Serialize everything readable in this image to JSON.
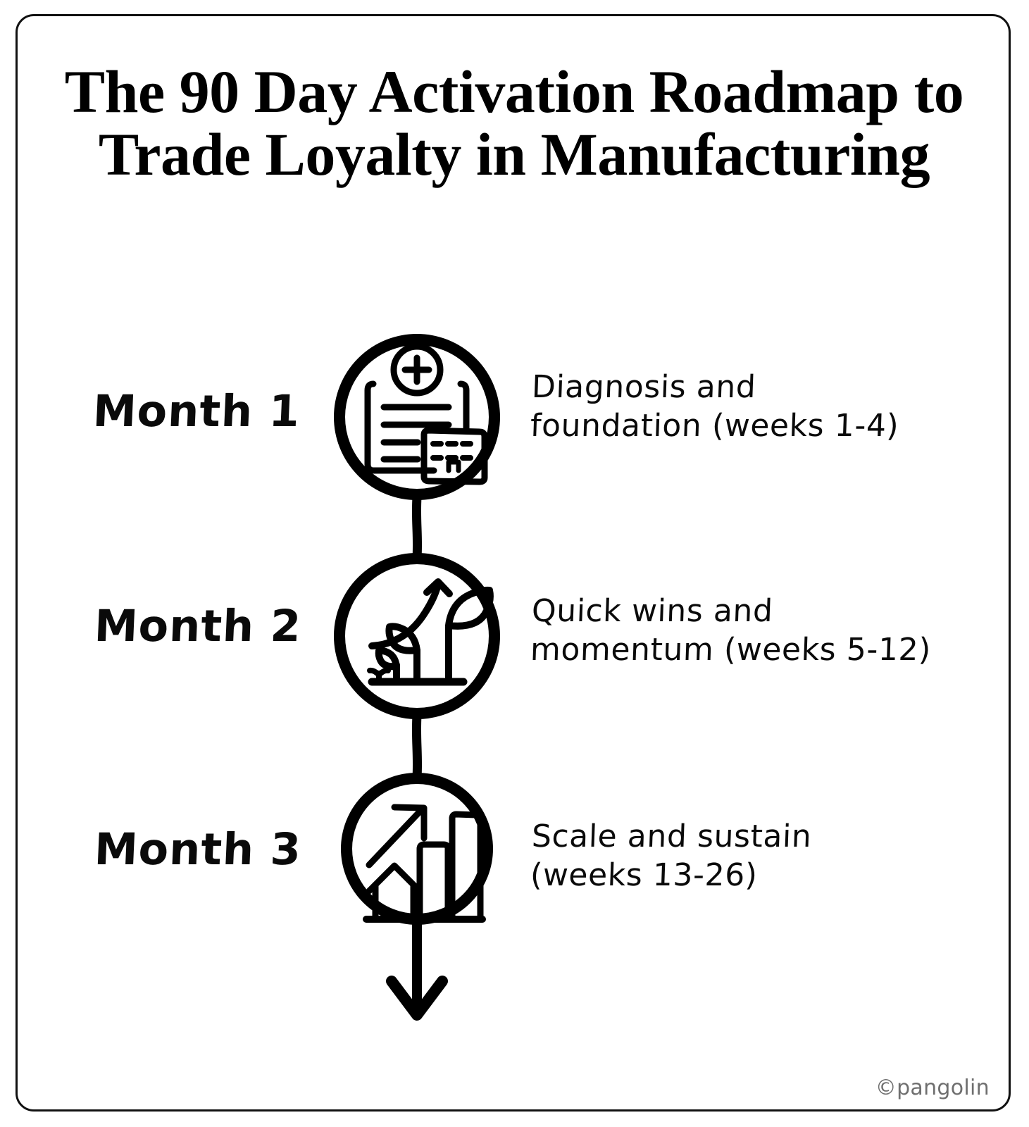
{
  "title": {
    "line1": "The 90 Day Activation Roadmap to",
    "line2": "Trade Loyalty in Manufacturing"
  },
  "watermark": "©pangolin",
  "colors": {
    "ink": "#000000",
    "frame": "#111111",
    "background": "#ffffff",
    "watermark": "#6f6f6f"
  },
  "timeline": {
    "steps": [
      {
        "label": "Month 1",
        "icon": "document-plus-building-icon",
        "description_line1": "Diagnosis and",
        "description_line2": "foundation (weeks 1-4)",
        "weeks": "1-4"
      },
      {
        "label": "Month 2",
        "icon": "plant-growth-arrow-icon",
        "description_line1": "Quick wins and",
        "description_line2": "momentum (weeks 5-12)",
        "weeks": "5-12"
      },
      {
        "label": "Month 3",
        "icon": "bar-chart-growth-icon",
        "description_line1": "Scale and sustain",
        "description_line2": "(weeks 13-26)",
        "weeks": "13-26"
      }
    ],
    "end_marker": "down-arrow-icon"
  }
}
